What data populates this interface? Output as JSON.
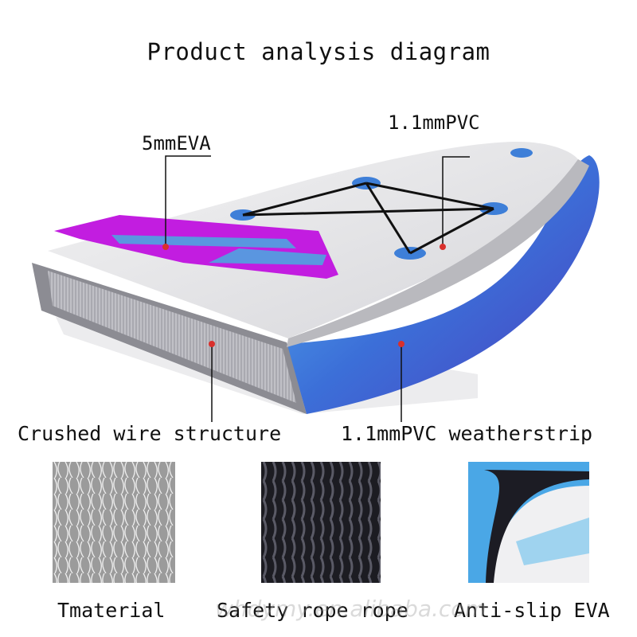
{
  "title": "Product analysis diagram",
  "labels": {
    "eva": "5mmEVA",
    "pvc": "1.1mmPVC",
    "wire": "Crushed wire structure",
    "weatherstrip": "1.1mmPVC weatherstrip"
  },
  "materials": [
    {
      "caption": "Tmaterial",
      "icon": "fiber-material-icon"
    },
    {
      "caption": "Safety rope rope",
      "icon": "rope-coil-icon"
    },
    {
      "caption": "Anti-slip EVA",
      "icon": "eva-pad-icon"
    }
  ],
  "watermark": "whdymy.en.alibaba.com",
  "colors": {
    "pvc_rail": "#3f7fd6",
    "eva_purple": "#c21de0",
    "deck": "#e4e4e6",
    "leader_line": "#111111",
    "marker_dot": "#d9302c"
  }
}
